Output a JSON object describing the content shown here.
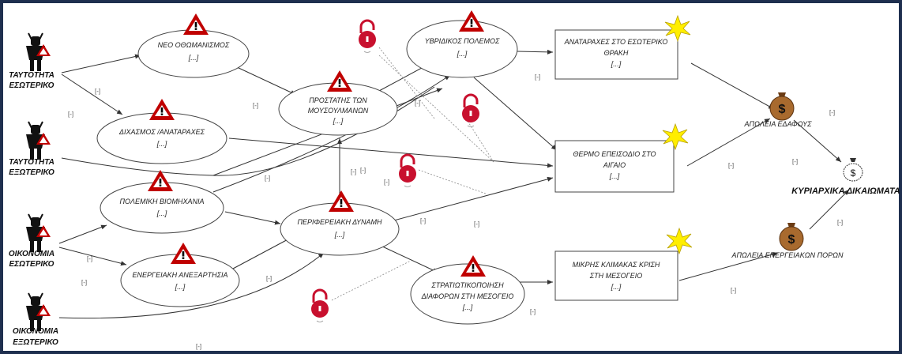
{
  "actors": [
    {
      "id": "a1",
      "label1": "ΤΑΥΤΟΤΗΤΑ",
      "label2": "ΕΣΩΤΕΡΙΚΟ"
    },
    {
      "id": "a2",
      "label1": "ΤΑΥΤΟΤΗΤΑ",
      "label2": "ΕΞΩΤΕΡΙΚΟ"
    },
    {
      "id": "a3",
      "label1": "ΟΙΚΟΝΟΜΙΑ",
      "label2": "ΕΣΩΤΕΡΙΚΟ"
    },
    {
      "id": "a4",
      "label1": "ΟΙΚΟΝΟΜΙΑ",
      "label2": "ΕΞΩΤΕΡΙΚΟ"
    }
  ],
  "threats": [
    {
      "id": "neo",
      "line1": "ΝΕΟ ΟΘΩΜΑΝΙΣΜΟΣ",
      "line2": "",
      "dots": "[...]"
    },
    {
      "id": "dix",
      "line1": "ΔΙΧΑΣΜΟΣ /ΑΝΑΤΑΡΑΧΕΣ",
      "line2": "",
      "dots": "[...]"
    },
    {
      "id": "pro",
      "line1": "ΠΡΟΣΤΑΤΗΣ ΤΩΝ",
      "line2": "ΜΟΥΣΟΥΛΜΑΝΩΝ",
      "dots": "[...]"
    },
    {
      "id": "ybr",
      "line1": "ΥΒΡΙΔΙΚΟΣ ΠΟΛΕΜΟΣ",
      "line2": "",
      "dots": "[...]"
    },
    {
      "id": "pol",
      "line1": "ΠΟΛΕΜΙΚΗ ΒΙΟΜΗΧΑΝΙΑ",
      "line2": "",
      "dots": "[...]"
    },
    {
      "id": "per",
      "line1": "ΠΕΡΙΦΕΡΕΙΑΚΗ ΔΥΝΑΜΗ",
      "line2": "",
      "dots": "[...]"
    },
    {
      "id": "ene",
      "line1": "ΕΝΕΡΓΕΙΑΚΗ ΑΝΕΞΑΡΤΗΣΙΑ",
      "line2": "",
      "dots": "[...]"
    },
    {
      "id": "str",
      "line1": "ΣΤΡΑΤΙΩΤΙΚΟΠΟΙΗΣΗ",
      "line2": "ΔΙΑΦΟΡΩΝ ΣΤΗ ΜΕΣΟΓΕΙΟ",
      "dots": "[...]"
    }
  ],
  "events": [
    {
      "id": "ana",
      "line1": "ΑΝΑΤΑΡΑΧΕΣ ΣΤΟ ΕΣΩΤΕΡΙΚΟ",
      "line2": "ΘΡΑΚΗ",
      "dots": "[...]"
    },
    {
      "id": "the",
      "line1": "ΘΕΡΜΟ ΕΠΕΙΣΟΔΙΟ ΣΤΟ",
      "line2": "ΑΙΓΑΙΟ",
      "dots": "[...]"
    },
    {
      "id": "mik",
      "line1": "ΜΙΚΡΗΣ ΚΛΙΜΑΚΑΣ ΚΡΙΣΗ",
      "line2": "ΣΤΗ ΜΕΣΟΓΕΙΟ",
      "dots": "[...]"
    }
  ],
  "consequences": [
    {
      "id": "apo1",
      "label": "ΑΠΩΛΕΙΑ ΕΔΑΦΟΥΣ"
    },
    {
      "id": "apo2",
      "label": "ΑΠΩΛΕΙΑ ΕΝΕΡΓΕΙΑΚΩΝ ΠΟΡΩΝ"
    }
  ],
  "goal": {
    "label": "ΚΥΡΙΑΡΧΙΚΑ ΔΙΚΑΙΩΜΑΤΑ"
  },
  "edge_marker": "[-]",
  "icons": {
    "warning": "warning-triangle-icon",
    "lock": "open-padlock-icon",
    "explosion": "explosion-burst-icon",
    "money": "money-bag-icon",
    "actor": "threat-actor-icon"
  },
  "colors": {
    "frame": "#1f2f4f",
    "warning": "#c00000",
    "lock": "#c8102e",
    "burst": "#ffee00"
  }
}
